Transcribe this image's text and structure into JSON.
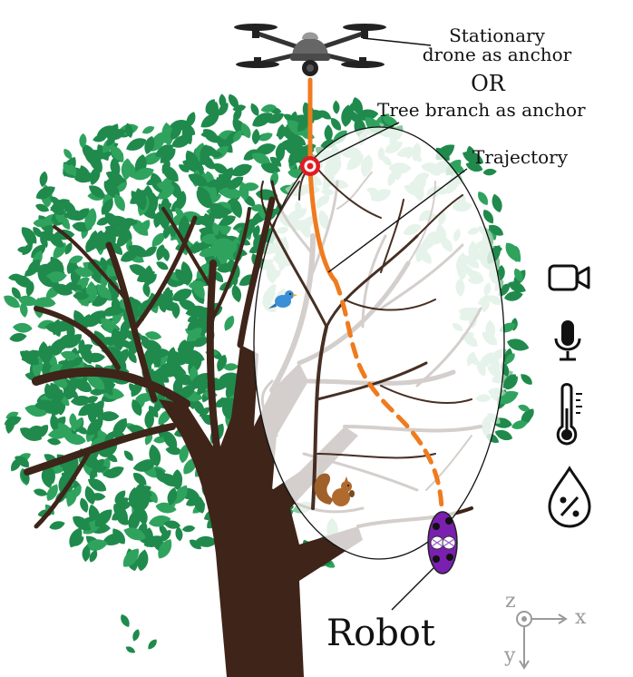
{
  "labels": {
    "anchor_drone_line1": "Stationary",
    "anchor_drone_line2": "drone as anchor",
    "or": "OR",
    "anchor_branch": "Tree branch as anchor",
    "trajectory": "Trajectory",
    "robot": "Robot"
  },
  "axes": {
    "z": "z",
    "x": "x",
    "y": "y"
  },
  "sensors": [
    {
      "icon": "video-camera-icon"
    },
    {
      "icon": "microphone-icon"
    },
    {
      "icon": "thermometer-icon"
    },
    {
      "icon": "humidity-drop-icon"
    }
  ],
  "colors": {
    "leaf": "#1f8a4c",
    "leaf_light": "#8fc9a0",
    "trunk": "#3e2419",
    "trajectory": "#f07b1e",
    "robot": "#7a1fb0",
    "anchor": "#e21b23",
    "ellipse_fill": "rgba(255,255,255,0.80)"
  }
}
